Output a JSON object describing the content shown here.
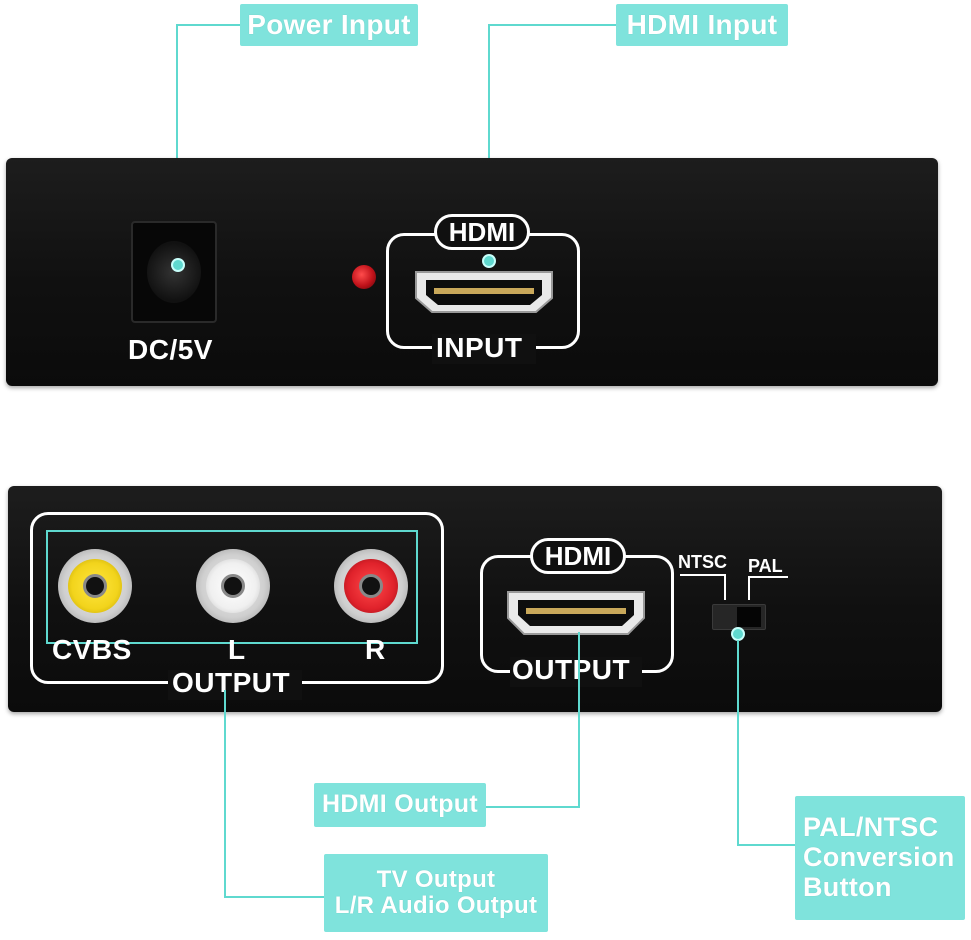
{
  "callouts": {
    "power_input": "Power Input",
    "hdmi_input": "HDMI Input",
    "hdmi_output": "HDMI Output",
    "tv_output_line1": "TV Output",
    "tv_output_line2": "L/R Audio Output",
    "pal_ntsc_line1": "PAL/NTSC",
    "pal_ntsc_line2": "Conversion",
    "pal_ntsc_line3": "Button"
  },
  "front_panel": {
    "dc_label": "DC/5V",
    "hdmi_badge": "HDMI",
    "input_label": "INPUT"
  },
  "rear_panel": {
    "cvbs_label": "CVBS",
    "l_label": "L",
    "r_label": "R",
    "output_label": "OUTPUT",
    "hdmi_badge": "HDMI",
    "hdmi_output_label": "OUTPUT",
    "ntsc_label": "NTSC",
    "pal_label": "PAL"
  },
  "colors": {
    "accent": "#7fe3dc",
    "panel": "#121212",
    "rca_video": "#f2d41c",
    "rca_left": "#f4f4f4",
    "rca_right": "#e0222b",
    "power_led": "#c0121a"
  }
}
